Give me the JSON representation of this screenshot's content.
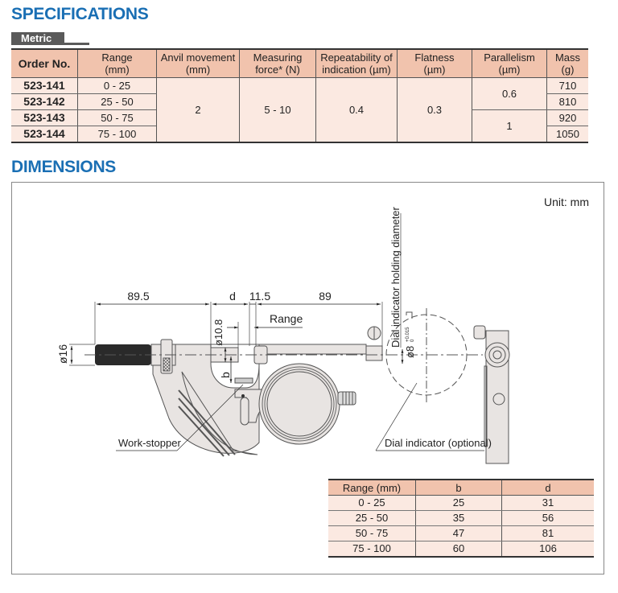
{
  "specifications": {
    "title": "SPECIFICATIONS",
    "unit_tab": "Metric",
    "headers": [
      [
        "Order No."
      ],
      [
        "Range",
        "(mm)"
      ],
      [
        "Anvil movement",
        "(mm)"
      ],
      [
        "Measuring",
        "force* (N)"
      ],
      [
        "Repeatability of",
        "indication (µm)"
      ],
      [
        "Flatness",
        "(µm)"
      ],
      [
        "Parallelism",
        "(µm)"
      ],
      [
        "Mass",
        "(g)"
      ]
    ],
    "rows": [
      {
        "order_no": "523-141",
        "range": "0 - 25",
        "mass": "710"
      },
      {
        "order_no": "523-142",
        "range": "25 - 50",
        "mass": "810"
      },
      {
        "order_no": "523-143",
        "range": "50 - 75",
        "mass": "920"
      },
      {
        "order_no": "523-144",
        "range": "75 - 100",
        "mass": "1050"
      }
    ],
    "anvil_movement": "2",
    "measuring_force": "5 - 10",
    "repeatability": "0.4",
    "flatness": "0.3",
    "parallelism": [
      "0.6",
      "1"
    ]
  },
  "dimensions": {
    "title": "DIMENSIONS",
    "unit_label": "Unit: mm",
    "drawing_labels": {
      "length_left": "89.5",
      "d": "d",
      "dim_11_5": "11.5",
      "length_right": "89",
      "range": "Range",
      "dia_16": "ø16",
      "dia_10_8": "ø10.8",
      "b": "b",
      "dia_8": "ø8",
      "dia_8_tol_upper": "+0.015",
      "dia_8_tol_lower": "0",
      "holding_diameter": "Dial indicator holding diameter",
      "work_stopper": "Work-stopper",
      "dial_indicator": "Dial indicator (optional)"
    },
    "table": {
      "headers": [
        "Range (mm)",
        "b",
        "d"
      ],
      "rows": [
        [
          "0 - 25",
          "25",
          "31"
        ],
        [
          "25 - 50",
          "35",
          "56"
        ],
        [
          "50 - 75",
          "47",
          "81"
        ],
        [
          "75 - 100",
          "60",
          "106"
        ]
      ]
    }
  },
  "colors": {
    "heading_blue": "#1a6fb4",
    "table_header_bg": "#f1c3ad",
    "table_cell_bg": "#fbe9e1",
    "body_fill": "#e8e4e2"
  }
}
